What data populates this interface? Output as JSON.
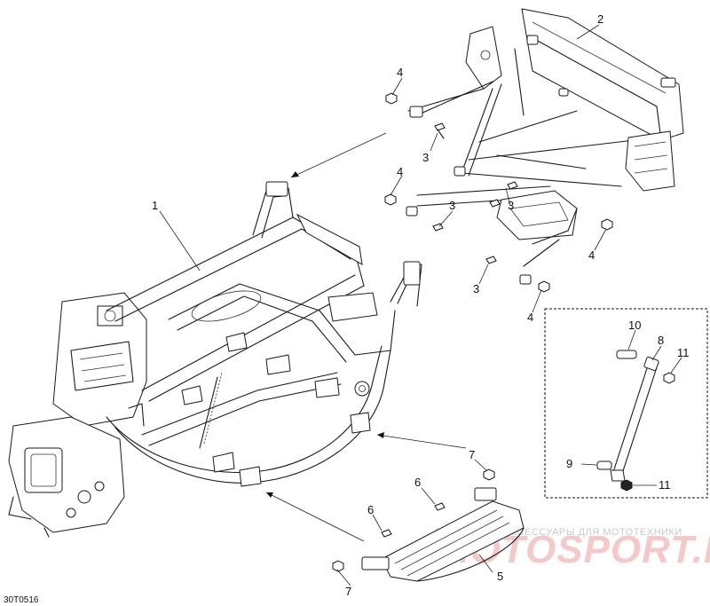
{
  "diagram": {
    "figure_code": "30T0516",
    "callouts": [
      "1",
      "2",
      "3",
      "4",
      "5",
      "6",
      "7",
      "8",
      "9",
      "10",
      "11"
    ],
    "watermark_small": "ЗАПЧАСТИ И АКСЕССУАРЫ ДЛЯ МОТОТЕХНИКИ",
    "watermark_brand": "MOTOSPORT.RU"
  },
  "colors": {
    "line": "#1a1a1a",
    "background": "#ffffff",
    "watermark": "#f3c9c9"
  }
}
